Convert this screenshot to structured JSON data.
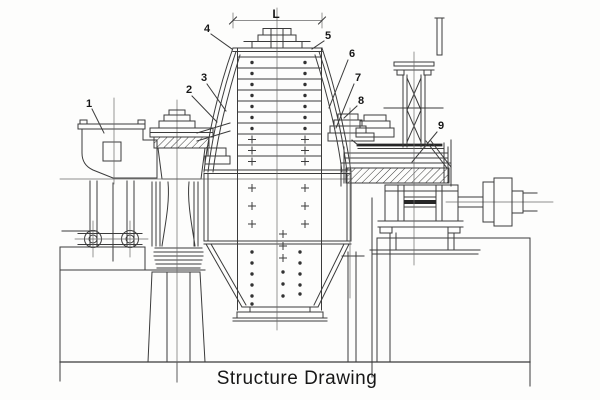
{
  "figure": {
    "caption": "Structure Drawing",
    "dimension_label": "L",
    "part_labels": [
      "1",
      "2",
      "3",
      "4",
      "5",
      "6",
      "7",
      "8",
      "9"
    ]
  },
  "colors": {
    "background": "#fdfdfc",
    "line": "#3b3b3b",
    "dark_line": "#262626",
    "text": "#171717"
  }
}
